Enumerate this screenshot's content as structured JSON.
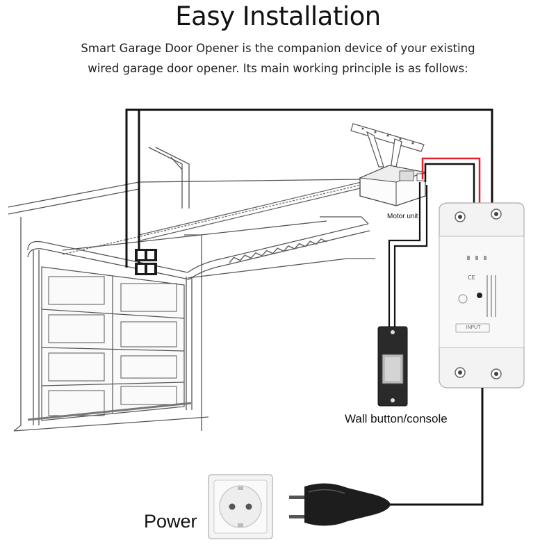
{
  "title": "Easy Installation",
  "subtitle_line1": "Smart Garage Door Opener is the companion device of your existing",
  "subtitle_line2": "wired garage door opener. Its main working principle is as follows:",
  "labels": {
    "motor_unit": "Motor unit",
    "wall_button": "Wall button/console",
    "power": "Power",
    "module_input": "INPUT"
  },
  "colors": {
    "wire_black": "#111111",
    "wire_red": "#e0202a",
    "module_body": "#f3f3f3",
    "wall_button_body": "#2a2a2a"
  }
}
